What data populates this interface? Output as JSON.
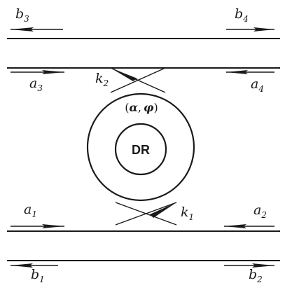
{
  "labels": {
    "b3": {
      "main": "b",
      "sub": "3"
    },
    "b4": {
      "main": "b",
      "sub": "4"
    },
    "a3": {
      "main": "a",
      "sub": "3"
    },
    "a4": {
      "main": "a",
      "sub": "4"
    },
    "k2": {
      "main": "k",
      "sub": "2"
    },
    "k1": {
      "main": "k",
      "sub": "1"
    },
    "a1": {
      "main": "a",
      "sub": "1"
    },
    "a2": {
      "main": "a",
      "sub": "2"
    },
    "b1": {
      "main": "b",
      "sub": "1"
    },
    "b2": {
      "main": "b",
      "sub": "2"
    },
    "ring_params": {
      "open": "(",
      "alpha": "α",
      "comma": ",",
      "phi": "φ",
      "close": ")"
    },
    "resonator": "DR"
  },
  "colors": {
    "ink": "#1a1a1a"
  }
}
